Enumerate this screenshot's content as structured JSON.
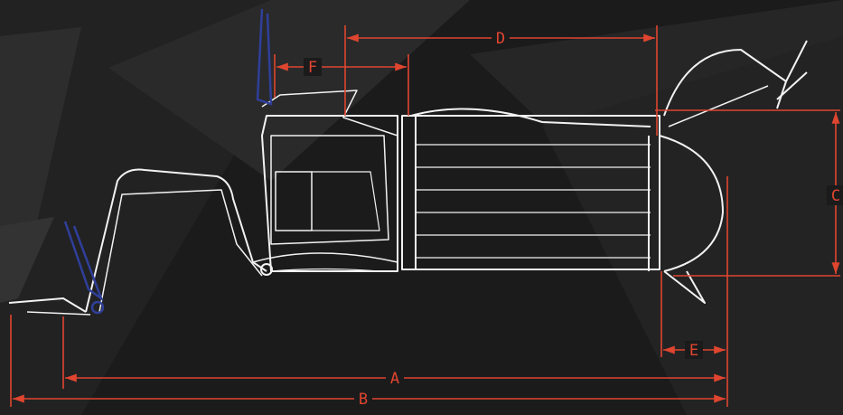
{
  "colors": {
    "background": "#1b1b1c",
    "dimension_line": "#e0452f",
    "machine_outline": "#f2f2f2",
    "arm_highlight": "#2f3f9a"
  },
  "dimensions": {
    "a": "A",
    "b": "B",
    "c": "C",
    "d": "D",
    "e": "E",
    "f": "F"
  }
}
